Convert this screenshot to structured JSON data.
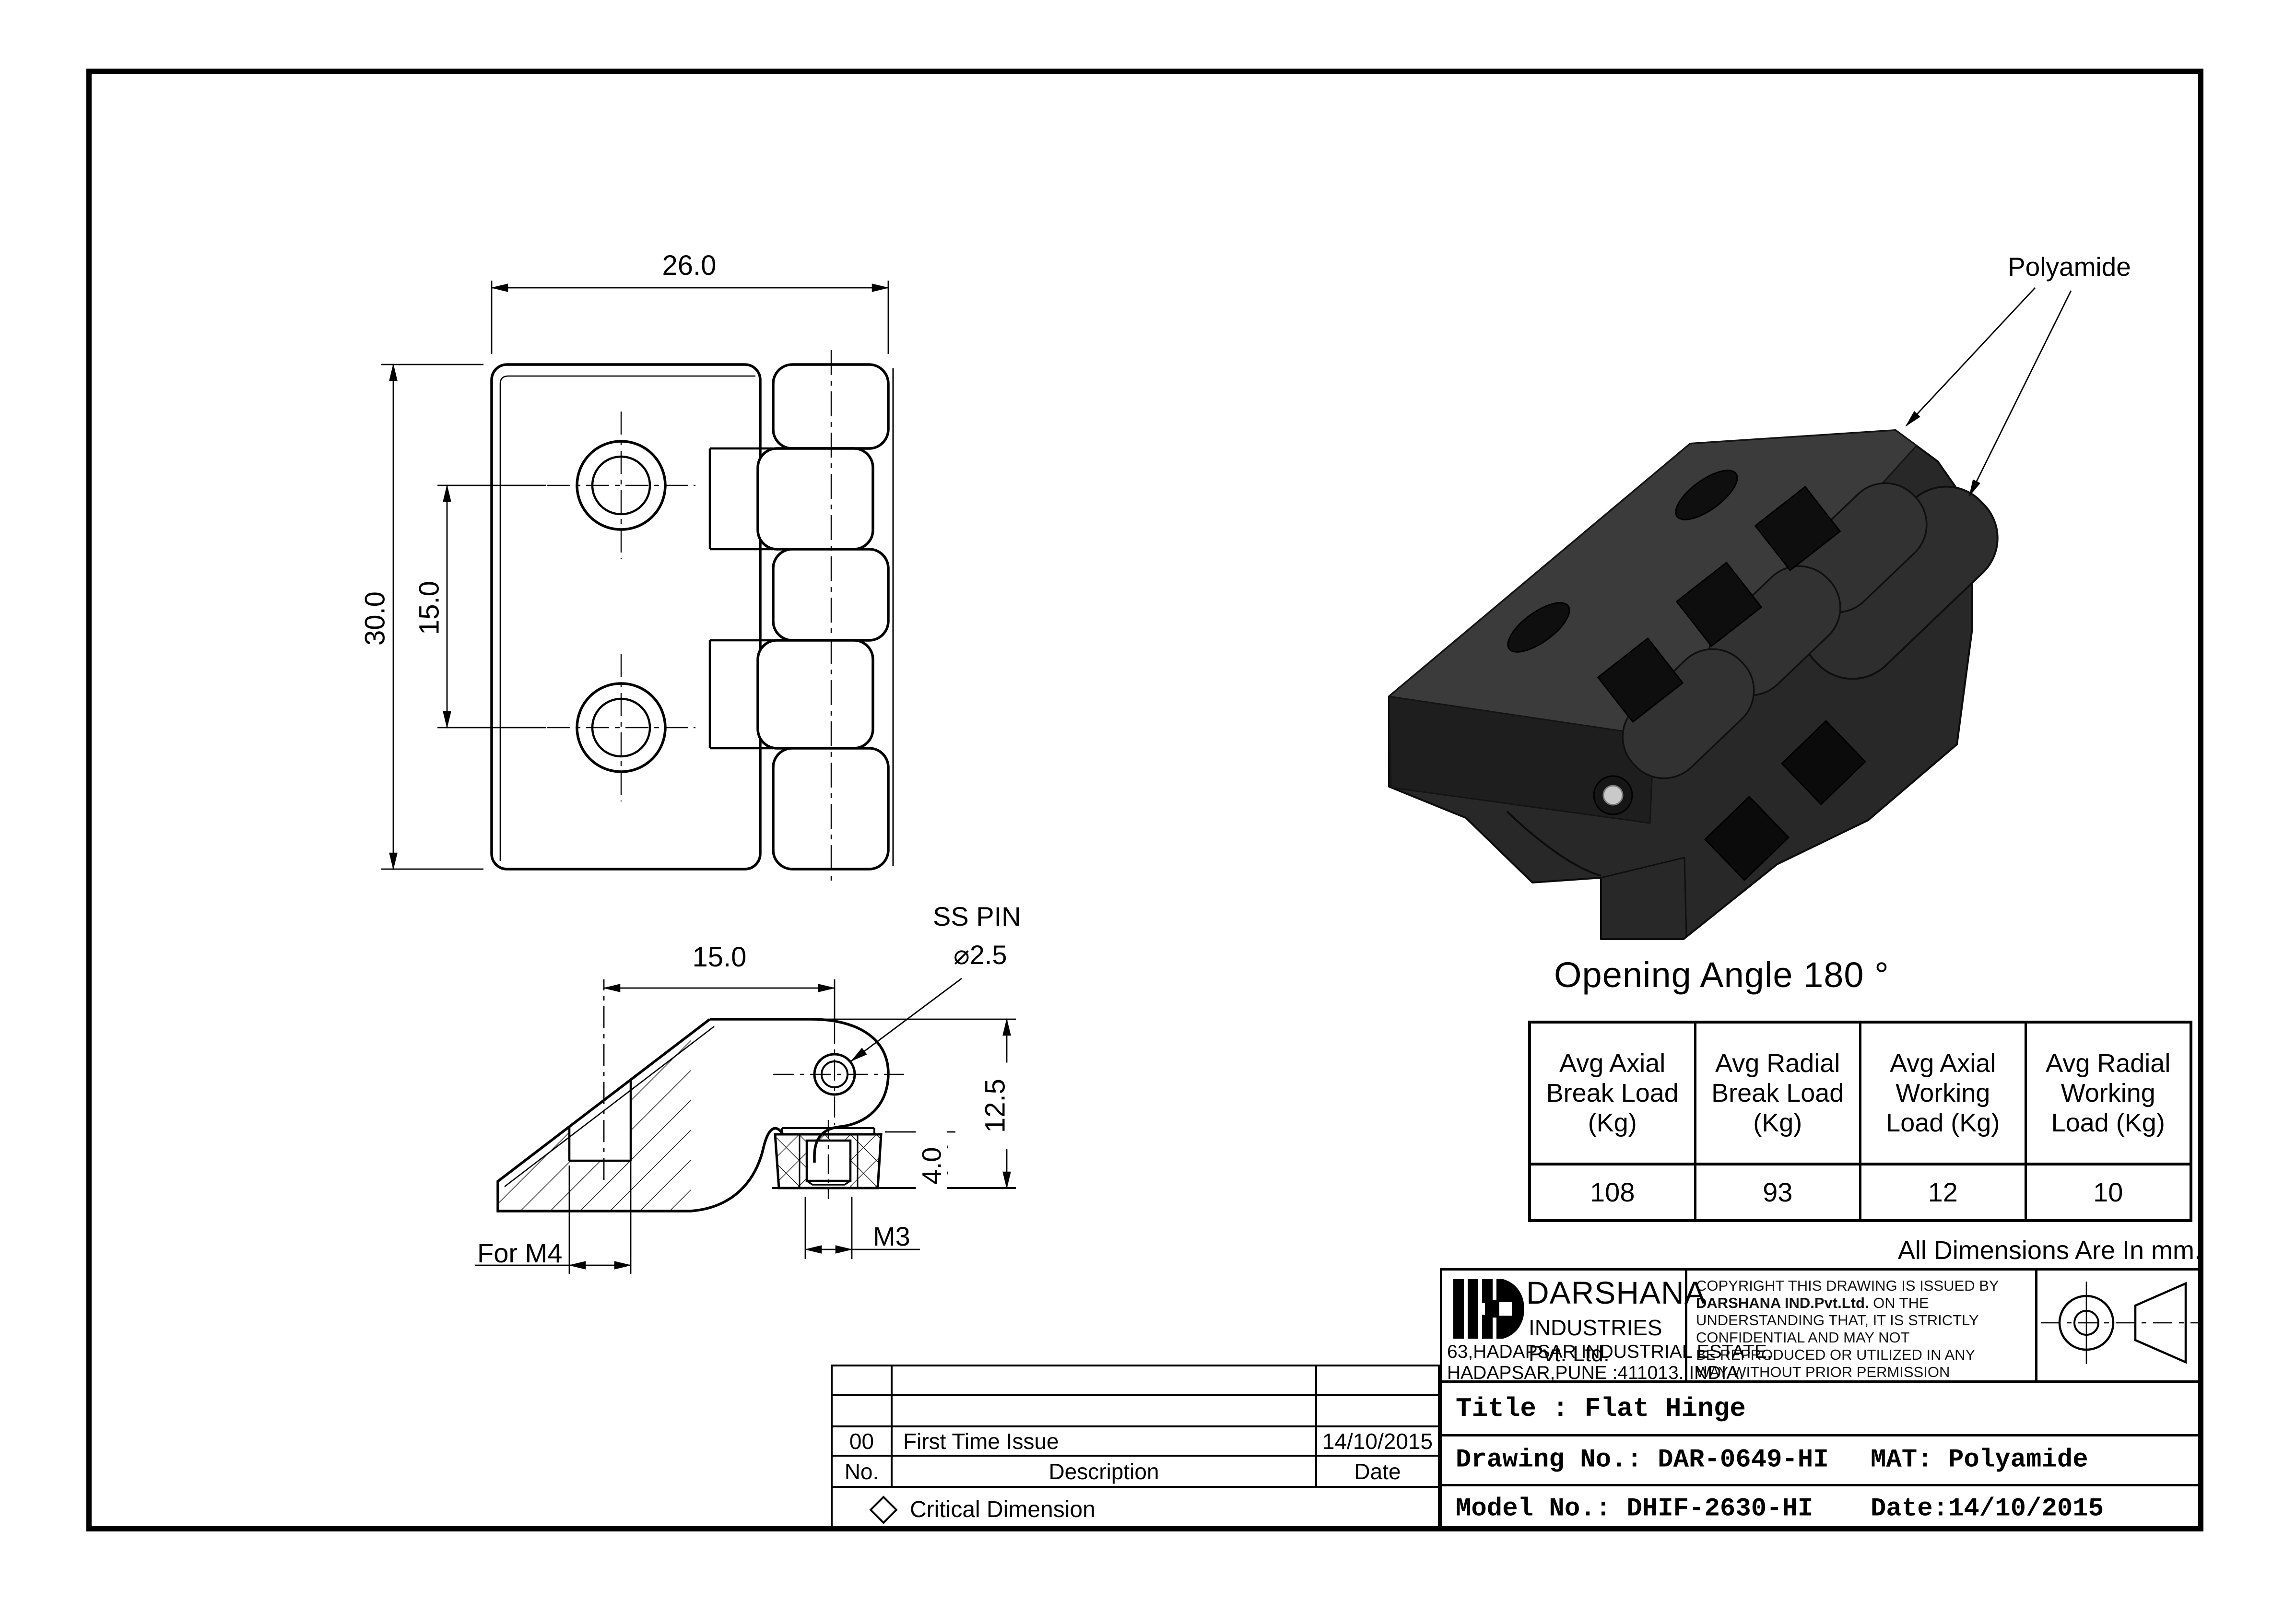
{
  "front_view": {
    "dim_width": "26.0",
    "dim_height": "30.0",
    "dim_hole_spacing": "15.0"
  },
  "side_view": {
    "dim_offset": "15.0",
    "pin_label_line1": "SS PIN",
    "pin_label_line2": "⌀2.5",
    "dim_height": "12.5",
    "dim_insert_depth": "4.0",
    "label_left_hole": "For M4",
    "label_insert": "M3"
  },
  "iso_view": {
    "material_label": "Polyamide"
  },
  "notes": {
    "opening_angle": "Opening Angle 180 °",
    "units": "All Dimensions Are In mm."
  },
  "load_table": {
    "headers": [
      "Avg Axial\nBreak Load\n(Kg)",
      "Avg Radial\nBreak Load\n(Kg)",
      "Avg Axial\nWorking\nLoad (Kg)",
      "Avg Radial\nWorking\nLoad (Kg)"
    ],
    "values": [
      "108",
      "93",
      "12",
      "10"
    ]
  },
  "revision_table": {
    "entry": {
      "no": "00",
      "description": "First Time Issue",
      "date": "14/10/2015"
    },
    "headers": {
      "no": "No.",
      "description": "Description",
      "date": "Date"
    },
    "legend": "Critical Dimension"
  },
  "title_block": {
    "company": {
      "name": "DARSHANA",
      "subtitle": "INDUSTRIES Pvt. Ltd.",
      "address1": "63,HADAPSAR INDUSTRIAL ESTATE,",
      "address2": "HADAPSAR,PUNE :411013. INDIA."
    },
    "copyright": {
      "line1": "COPYRIGHT THIS DRAWING IS ISSUED BY",
      "line2_bold": "DARSHANA IND.Pvt.Ltd.",
      "line2_rest": " ON THE",
      "line3": "UNDERSTANDING THAT, IT IS STRICTLY",
      "line4": "CONFIDENTIAL AND MAY NOT",
      "line5": "BE REPRODUCED OR UTILIZED IN ANY",
      "line6": "WAY WITHOUT PRIOR PERMISSION"
    },
    "title": "Title : Flat Hinge",
    "drawing_no": "Drawing No.: DAR-0649-HI",
    "material": "MAT: Polyamide",
    "model_no": "Model No.: DHIF-2630-HI",
    "date": "Date:14/10/2015"
  }
}
